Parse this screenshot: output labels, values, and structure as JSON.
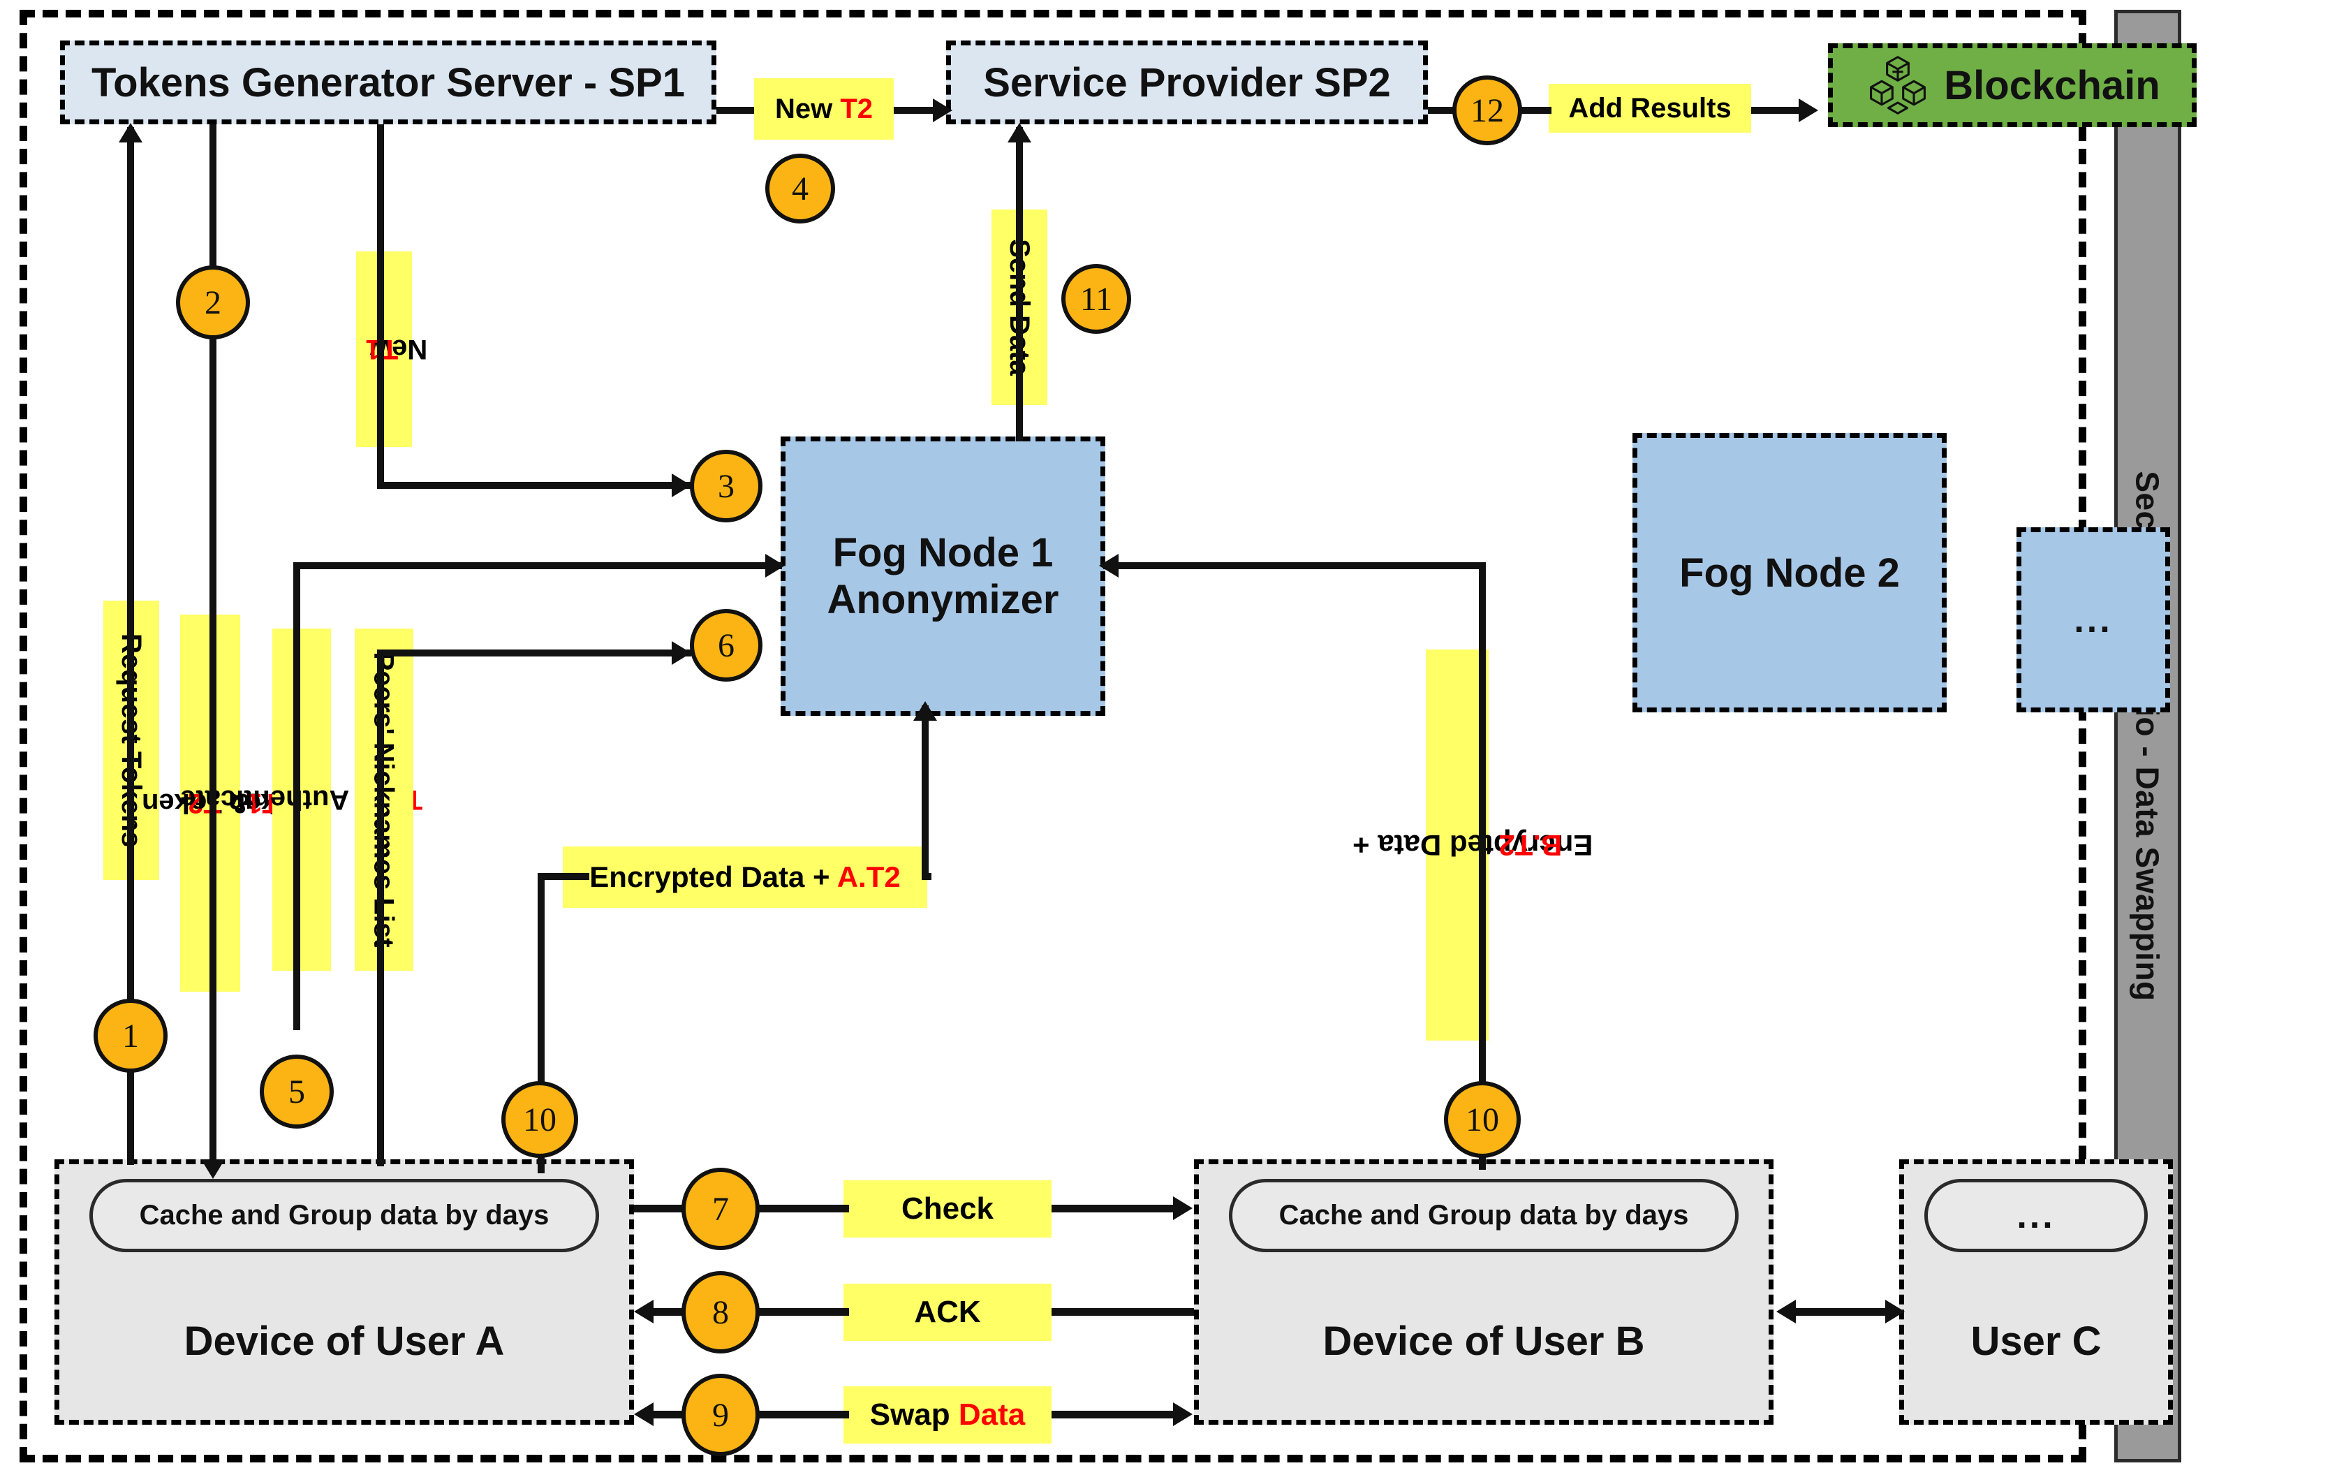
{
  "scenario": {
    "label": "Second Scenario - Data Swapping"
  },
  "nodes": {
    "token_server": {
      "label": "Tokens Generator Server - SP1"
    },
    "sp2": {
      "label": "Service Provider SP2"
    },
    "blockchain": {
      "label": "Blockchain",
      "icon": "blockchain-cubes-icon"
    },
    "fog1_line1": "Fog Node 1",
    "fog1_line2": "Anonymizer",
    "fog2": {
      "label": "Fog Node 2"
    },
    "fog_more": {
      "label": "..."
    },
    "device_a": {
      "title": "Device of User A",
      "cache": "Cache and Group data by days"
    },
    "device_b": {
      "title": "Device of User B",
      "cache": "Cache and Group data by days"
    },
    "user_c": {
      "title": "User C",
      "cache": "..."
    }
  },
  "notes": {
    "new_t2": {
      "plain": "New ",
      "red": "T2"
    },
    "add_results": {
      "plain": "Add Results"
    },
    "new_t1": {
      "plain": "New ",
      "red": "T1"
    },
    "send_data": {
      "plain": "Send Data"
    },
    "request_tokens": {
      "plain": "Request Tokens"
    },
    "token_t1_t2": {
      "p1": "Token ",
      "r1": "T1",
      "p2": " & Token ",
      "r2": "T2"
    },
    "t1_auth": {
      "red": "T1",
      "plain": " for Authenticate"
    },
    "peers_list": {
      "plain": "Peers' Nicknames List"
    },
    "enc_a": {
      "plain": "Encrypted Data + ",
      "red": "A.T2"
    },
    "enc_b": {
      "plain": "Encrypted Data + ",
      "red": "B.T2"
    },
    "check": {
      "plain": "Check"
    },
    "ack": {
      "plain": "ACK"
    },
    "swap_data": {
      "plain": "Swap ",
      "red": "Data"
    }
  },
  "steps": {
    "s1": "1",
    "s2": "2",
    "s3": "3",
    "s4": "4",
    "s5": "5",
    "s6": "6",
    "s7": "7",
    "s8": "8",
    "s9": "9",
    "s10a": "10",
    "s10b": "10",
    "s11": "11",
    "s12": "12"
  },
  "colors": {
    "accent_circle": "#FBB413",
    "note_yellow": "#FFFF66",
    "red_token": "#FF0000",
    "box_blue_light": "#DCE6F1",
    "box_blue_medium": "#A7C7E7",
    "blockchain_green": "#6FAF46",
    "device_grey": "#E6E6E6",
    "scenario_grey": "#9A9A9A"
  }
}
